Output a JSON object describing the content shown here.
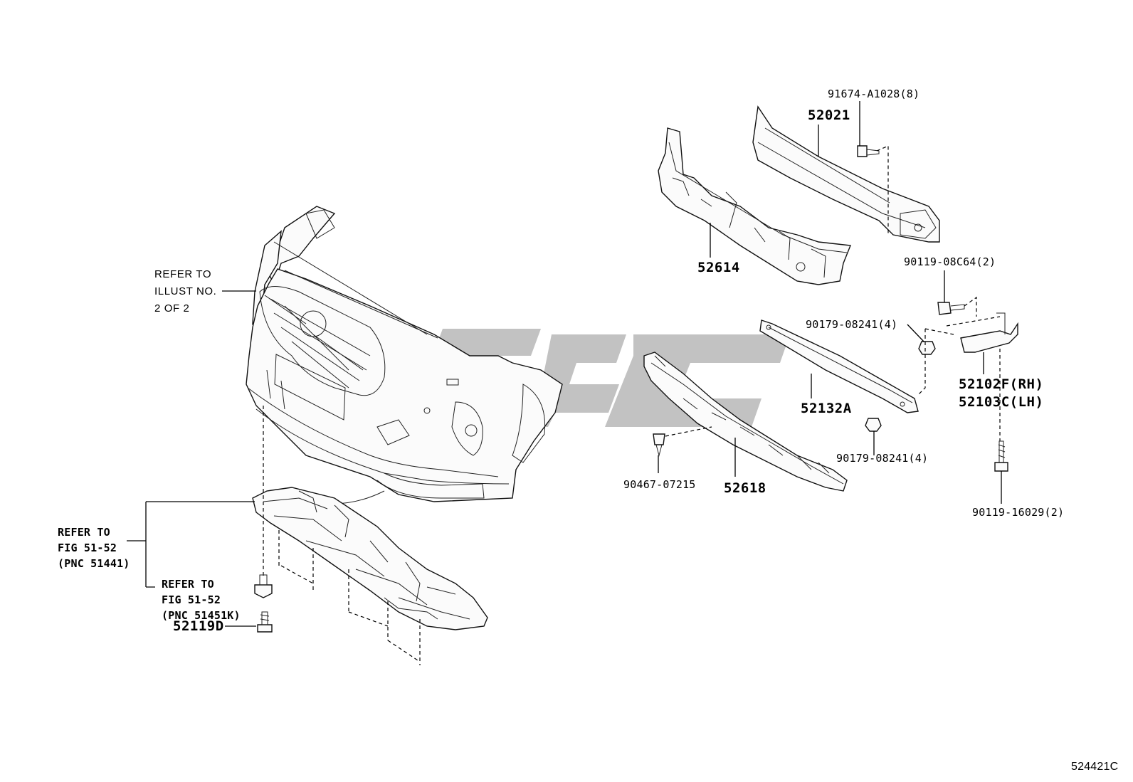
{
  "diagram": {
    "left_group": {
      "refer_illust": [
        "REFER TO",
        "ILLUST NO.",
        "2 OF 2"
      ],
      "refer_fig_a": [
        "REFER TO",
        "FIG 51-52",
        "(PNC 51441)"
      ],
      "refer_fig_b": [
        "REFER TO",
        "FIG 51-52",
        "(PNC 51451K)"
      ],
      "part_52119D": "52119D"
    },
    "right_group": {
      "part_91674": "91674-A1028(8)",
      "part_52021": "52021",
      "part_52614": "52614",
      "part_90119_08C64": "90119-08C64(2)",
      "part_90179_top": "90179-08241(4)",
      "part_52132A": "52132A",
      "part_52102F": "52102F(RH)",
      "part_52103C": "52103C(LH)",
      "part_90179_bottom": "90179-08241(4)",
      "part_90467": "90467-07215",
      "part_52618": "52618",
      "part_90119_16029": "90119-16029(2)"
    },
    "illustration_code": "524421C",
    "colors": {
      "line": "#000000",
      "watermark": "#bdbdbd",
      "background": "#ffffff"
    }
  }
}
